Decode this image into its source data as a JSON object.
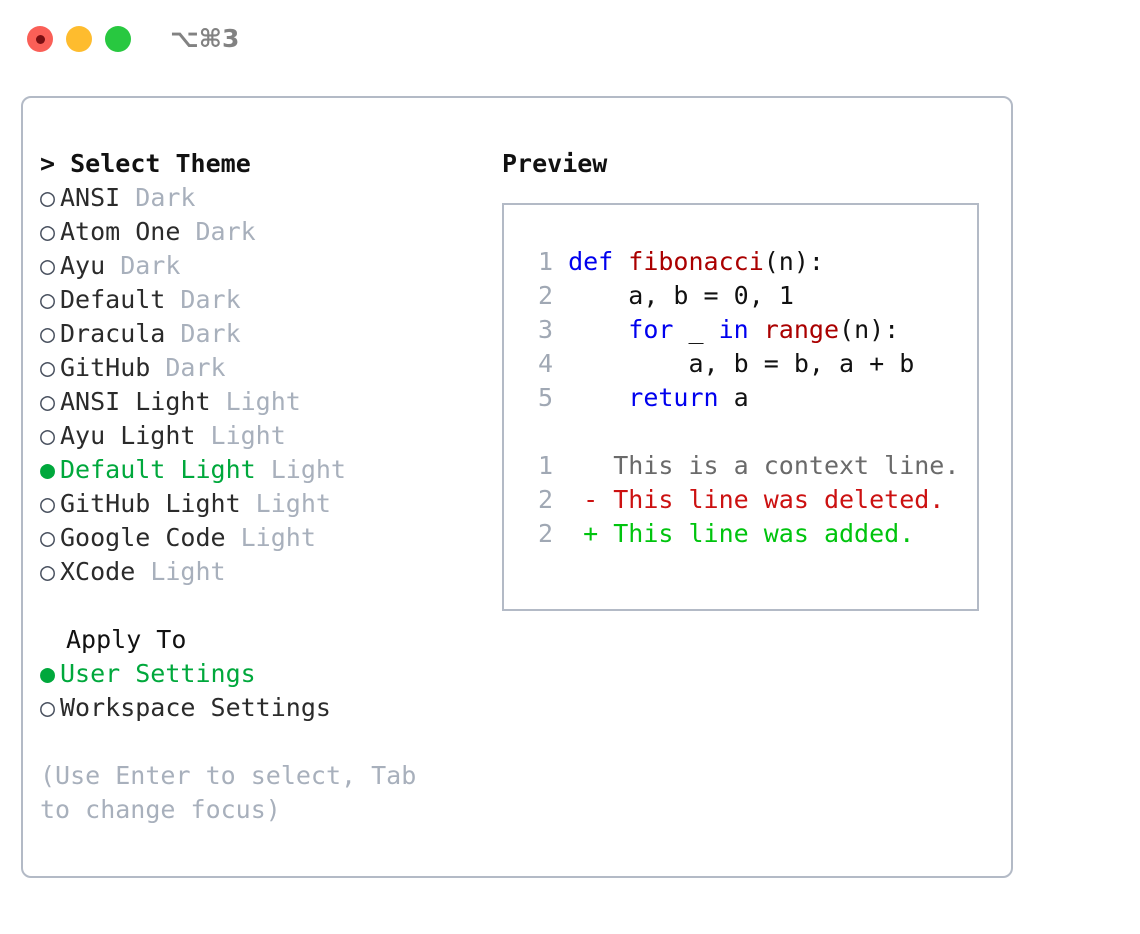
{
  "window": {
    "shortcut_label": "⌥⌘3",
    "traffic_lights": [
      {
        "name": "close",
        "color": "#fa5f57"
      },
      {
        "name": "minimize",
        "color": "#febc2e"
      },
      {
        "name": "maximize",
        "color": "#28c840"
      }
    ]
  },
  "theme_list": {
    "header_caret": ">",
    "header_label": "Select Theme",
    "items": [
      {
        "bullet": "○",
        "name": "ANSI",
        "mode": "Dark",
        "selected": false
      },
      {
        "bullet": "○",
        "name": "Atom One",
        "mode": "Dark",
        "selected": false
      },
      {
        "bullet": "○",
        "name": "Ayu",
        "mode": "Dark",
        "selected": false
      },
      {
        "bullet": "○",
        "name": "Default",
        "mode": "Dark",
        "selected": false
      },
      {
        "bullet": "○",
        "name": "Dracula",
        "mode": "Dark",
        "selected": false
      },
      {
        "bullet": "○",
        "name": "GitHub",
        "mode": "Dark",
        "selected": false
      },
      {
        "bullet": "○",
        "name": "ANSI Light",
        "mode": "Light",
        "selected": false
      },
      {
        "bullet": "○",
        "name": "Ayu Light",
        "mode": "Light",
        "selected": false
      },
      {
        "bullet": "●",
        "name": "Default Light",
        "mode": "Light",
        "selected": true
      },
      {
        "bullet": "○",
        "name": "GitHub Light",
        "mode": "Light",
        "selected": false
      },
      {
        "bullet": "○",
        "name": "Google Code",
        "mode": "Light",
        "selected": false
      },
      {
        "bullet": "○",
        "name": "XCode",
        "mode": "Light",
        "selected": false
      }
    ]
  },
  "apply_to": {
    "header_label": "Apply To",
    "options": [
      {
        "bullet": "●",
        "label": "User Settings",
        "selected": true
      },
      {
        "bullet": "○",
        "label": "Workspace Settings",
        "selected": false
      }
    ]
  },
  "hint": {
    "text": "(Use Enter to select, Tab to change focus)"
  },
  "preview": {
    "title": "Preview",
    "code_lines": [
      {
        "num": "1",
        "segments": [
          {
            "text": "def ",
            "style": "kw"
          },
          {
            "text": "fibonacci",
            "style": "fn"
          },
          {
            "text": "(n):",
            "style": "pln"
          }
        ]
      },
      {
        "num": "2",
        "segments": [
          {
            "text": "    a, b = ",
            "style": "pln"
          },
          {
            "text": "0",
            "style": "num"
          },
          {
            "text": ", ",
            "style": "pln"
          },
          {
            "text": "1",
            "style": "num"
          }
        ]
      },
      {
        "num": "3",
        "segments": [
          {
            "text": "    ",
            "style": "pln"
          },
          {
            "text": "for",
            "style": "kw"
          },
          {
            "text": " _ ",
            "style": "pln"
          },
          {
            "text": "in ",
            "style": "kw"
          },
          {
            "text": "range",
            "style": "fn"
          },
          {
            "text": "(n):",
            "style": "pln"
          }
        ]
      },
      {
        "num": "4",
        "segments": [
          {
            "text": "        a, b = b, a + b",
            "style": "pln"
          }
        ]
      },
      {
        "num": "5",
        "segments": [
          {
            "text": "    ",
            "style": "pln"
          },
          {
            "text": "return",
            "style": "kw"
          },
          {
            "text": " a",
            "style": "pln"
          }
        ]
      }
    ],
    "diff_lines": [
      {
        "num": "1",
        "marker": " ",
        "text": " This is a context line.",
        "kind": "context"
      },
      {
        "num": "2",
        "marker": "-",
        "text": " This line was deleted.",
        "kind": "deleted"
      },
      {
        "num": "2",
        "marker": "+",
        "text": " This line was added.",
        "kind": "added"
      }
    ]
  },
  "colors": {
    "accent_green": "#00a83c",
    "keyword_blue": "#0000ee",
    "function_red": "#aa0000",
    "diff_deleted": "#cc1111",
    "diff_added": "#00c40e",
    "muted": "#a8b0bc",
    "border": "#b3bac6"
  }
}
